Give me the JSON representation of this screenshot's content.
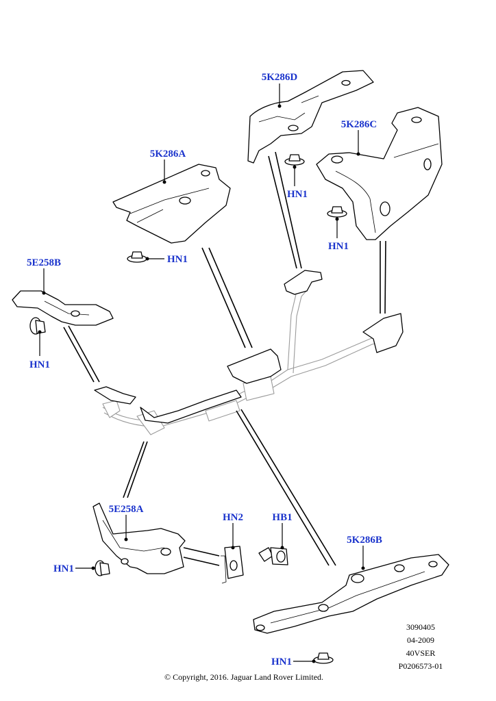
{
  "labels": {
    "l_5k286d": "5K286D",
    "l_5k286c": "5K286C",
    "l_5k286a": "5K286A",
    "l_hn1_d": "HN1",
    "l_hn1_c": "HN1",
    "l_hn1_a": "HN1",
    "l_5e258b": "5E258B",
    "l_hn1_b": "HN1",
    "l_5e258a": "5E258A",
    "l_hn1_e": "HN1",
    "l_hn2": "HN2",
    "l_hb1": "HB1",
    "l_5k286b": "5K286B",
    "l_hn1_f": "HN1"
  },
  "meta": {
    "line1": "3090405",
    "line2": "04-2009",
    "line3": "40VSER",
    "line4": "P0206573-01"
  },
  "copyright": "© Copyright, 2016. Jaguar Land Rover Limited.",
  "colors": {
    "label": "#1a33cc",
    "line": "#000000",
    "ghost": "#9a9a9a"
  }
}
